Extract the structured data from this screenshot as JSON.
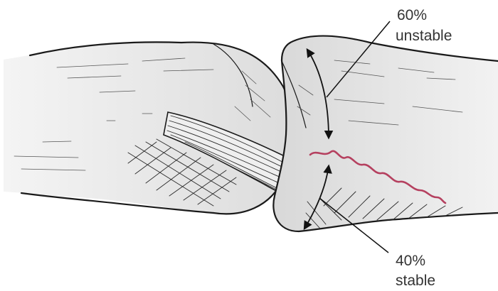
{
  "callouts": {
    "upper": {
      "percent": "60%",
      "label": "unstable"
    },
    "lower": {
      "percent": "40%",
      "label": "stable"
    }
  },
  "colors": {
    "fracture_line": "#b5405f",
    "bone_fill": "#e6e6e6",
    "outline": "#1a1a1a"
  }
}
